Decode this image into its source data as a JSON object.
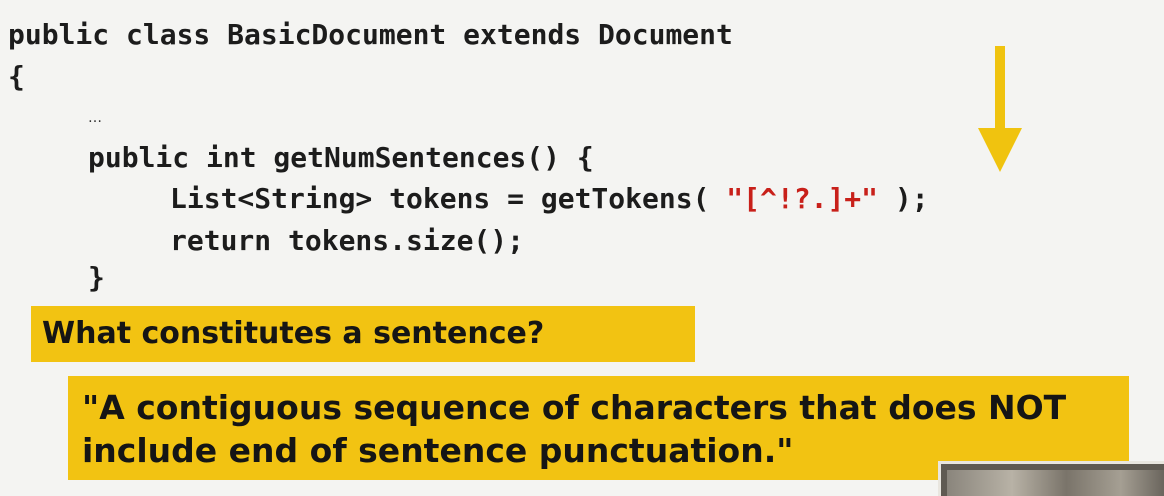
{
  "code": {
    "line1": "public class BasicDocument extends Document",
    "line2": "{",
    "ellipsis": "…",
    "line3": "public int getNumSentences() {",
    "line4_pre": "List<String> tokens = getTokens( ",
    "line4_str": "\"[^!?.]+\"",
    "line4_post": " );",
    "line5": "return tokens.size();",
    "line6": "}"
  },
  "question": "What constitutes a sentence?",
  "answer_line1": "\"A contiguous sequence of characters that does NOT",
  "answer_line2": "include end of sentence punctuation.\"",
  "colors": {
    "highlight": "#f2c312",
    "arrow": "#f0c30f",
    "string": "#c8201a",
    "text": "#1c1c1c"
  }
}
